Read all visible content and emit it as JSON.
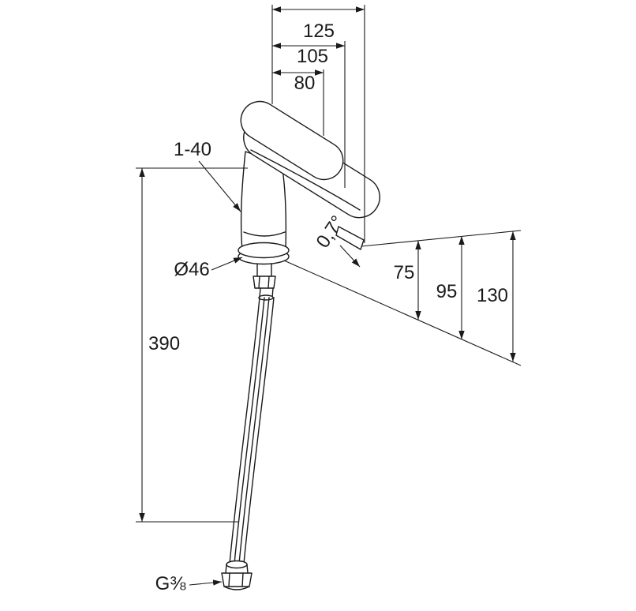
{
  "page": {
    "background": "#ffffff",
    "line_color": "#1a1a1a"
  },
  "drawing": {
    "labels": {
      "reach_outer": "125",
      "reach_mid": "105",
      "reach_inner": "80",
      "mount_thickness_range": "1-40",
      "base_diameter": "Ø46",
      "outlet_angle": "0,7°",
      "height_outlet": "75",
      "height_mid": "95",
      "height_total": "130",
      "supply_hose_length": "390",
      "connection_thread": "G⅜"
    }
  }
}
